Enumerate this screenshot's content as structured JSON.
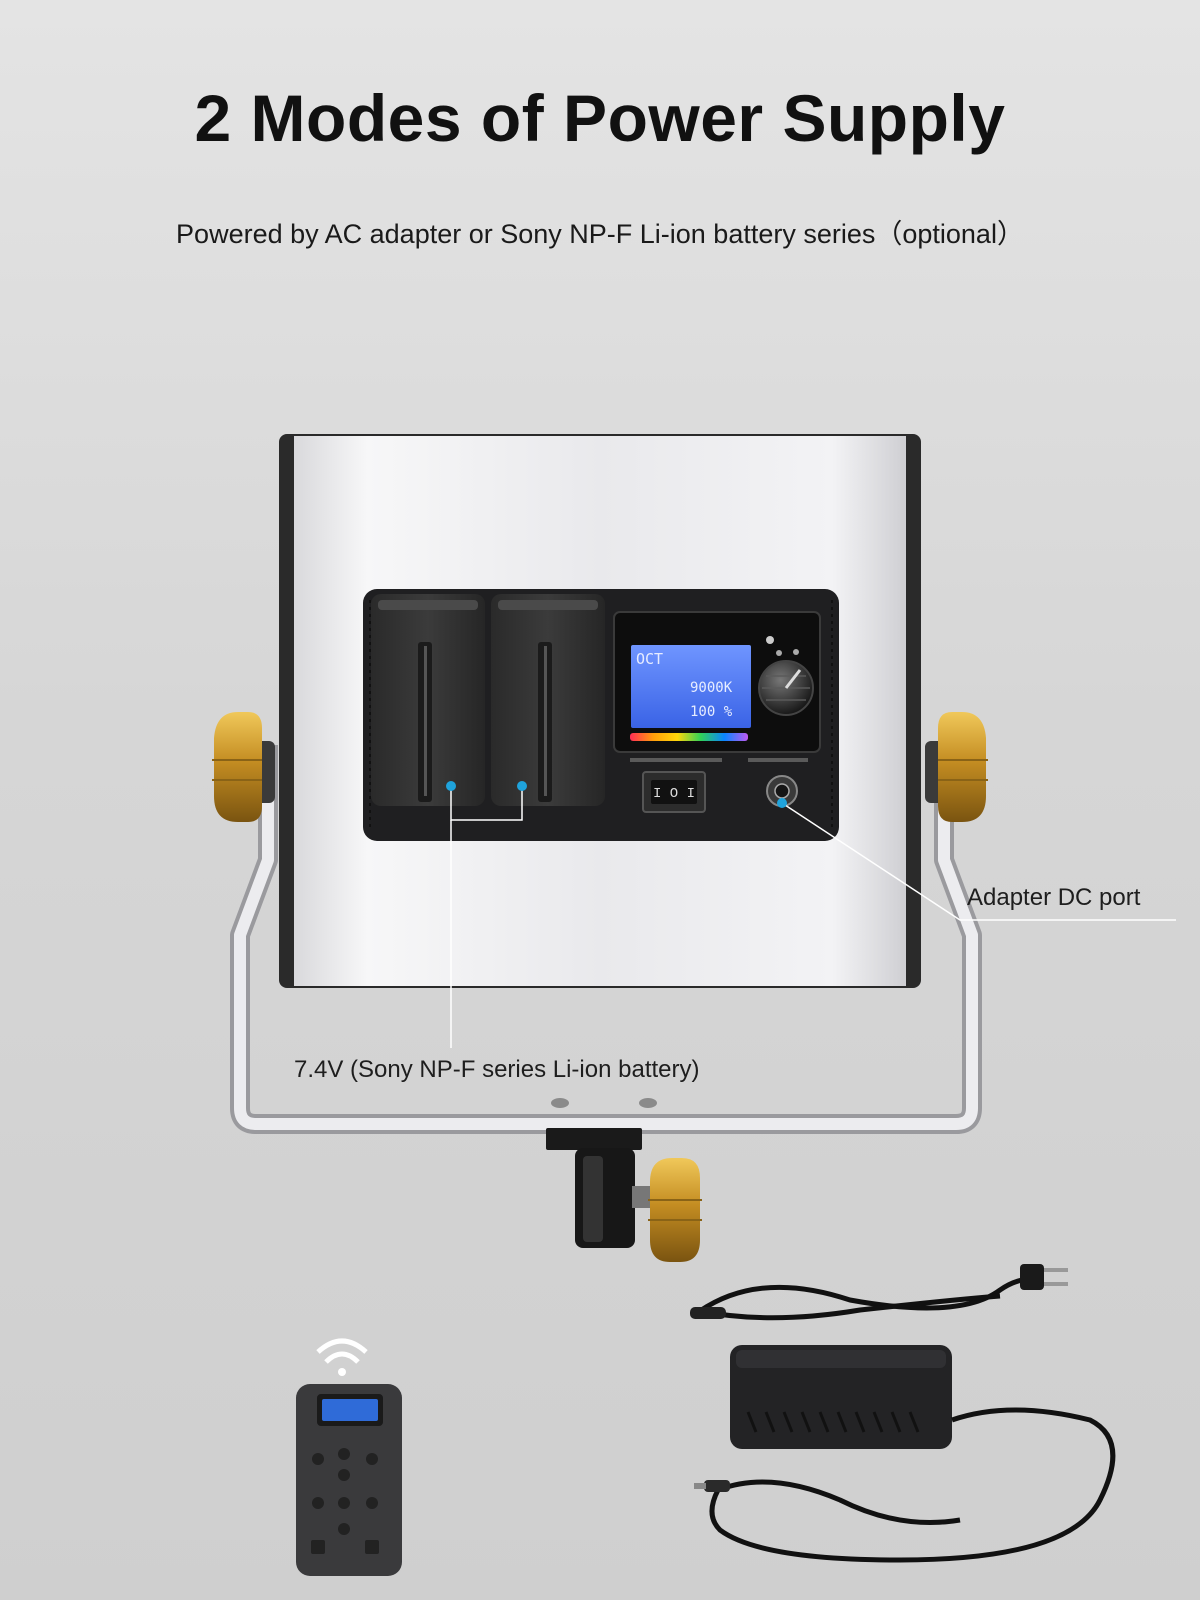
{
  "header": {
    "title": "2 Modes of Power Supply",
    "subtitle": "Powered by AC  adapter or Sony NP-F Li-ion battery series（optional）"
  },
  "callouts": {
    "dc_port": "Adapter DC port",
    "battery": "7.4V (Sony NP-F series Li-ion battery)"
  },
  "lcd": {
    "mode": "OCT",
    "color_temp": "9000K",
    "brightness": "100 %"
  },
  "colors": {
    "accent_dot": "#1fa3dc",
    "knob_gold": "#c9962e",
    "lcd_blue": "#3d6ff0"
  }
}
